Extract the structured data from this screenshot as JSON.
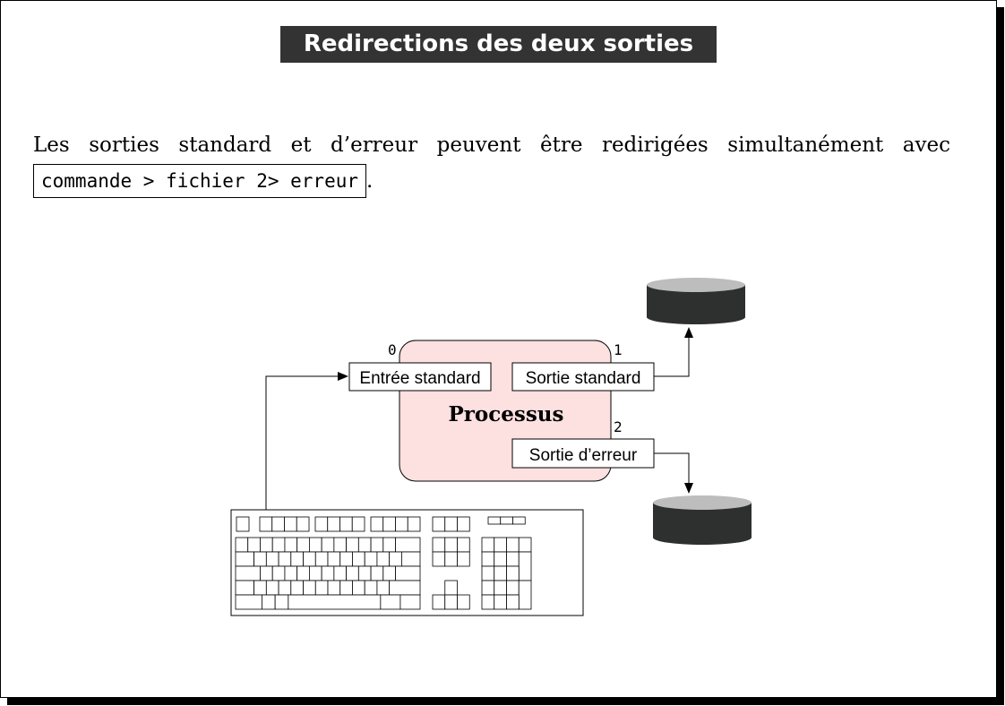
{
  "slide": {
    "title": "Redirections des deux sorties",
    "text_line1": "Les sorties standard et d’erreur peuvent être redirigées simultanément avec",
    "command": "commande > fichier 2> erreur",
    "text_end": "."
  },
  "diagram": {
    "process_label": "Processus",
    "stdin_label": "Entrée standard",
    "stdout_label": "Sortie standard",
    "stderr_label": "Sortie d’erreur",
    "fd0": "0",
    "fd1": "1",
    "fd2": "2",
    "colors": {
      "process_fill": "#fde0e0",
      "disk_body": "#2d302e",
      "disk_top": "#bdbdbd",
      "title_bg": "#333333"
    }
  }
}
